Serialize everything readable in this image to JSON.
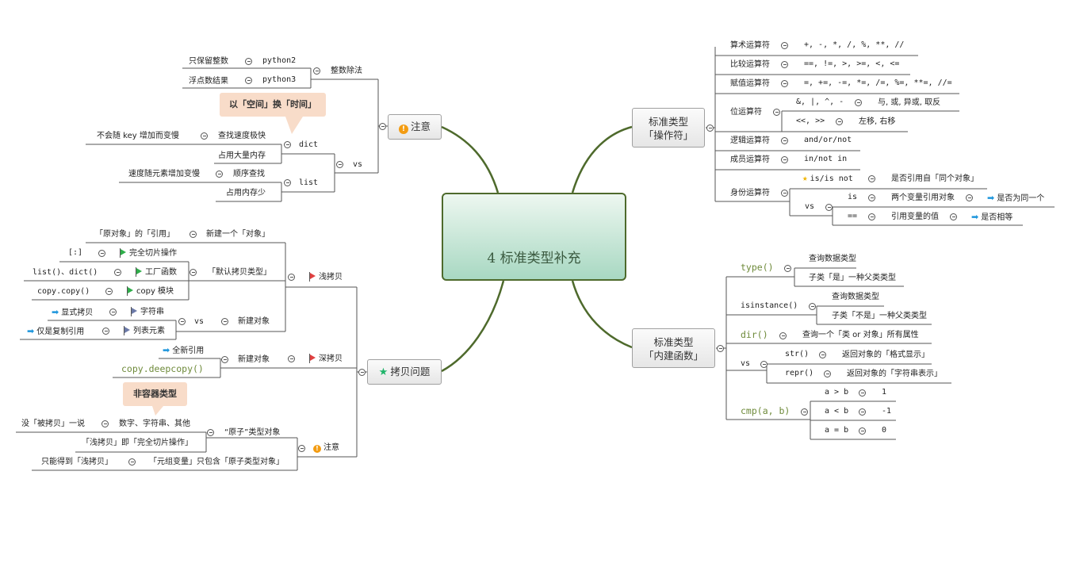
{
  "central": {
    "title": "4 标准类型补充"
  },
  "branches": {
    "operators": {
      "line1": "标准类型",
      "line2": "「操作符」"
    },
    "builtins": {
      "line1": "标准类型",
      "line2": "「内建函数」"
    },
    "notice": {
      "label": "注意"
    },
    "copy": {
      "label": "拷贝问题"
    }
  },
  "operators": {
    "arith": {
      "name": "算术运算符",
      "value": "+, -, *, /, %, **, //"
    },
    "compare": {
      "name": "比较运算符",
      "value": "==, !=, >, >=, <, <="
    },
    "assign": {
      "name": "赋值运算符",
      "value": "=, +=, -=, *=, /=, %=, **=, //="
    },
    "bit": {
      "name": "位运算符",
      "op1": "&, |, ^, -",
      "desc1": "与, 或, 异或, 取反",
      "op2": "<<, >>",
      "desc2": "左移, 右移"
    },
    "logic": {
      "name": "逻辑运算符",
      "value": "and/or/not"
    },
    "member": {
      "name": "成员运算符",
      "value": "in/not in"
    },
    "identity": {
      "name": "身份运算符",
      "isnot": "is/is not",
      "isnot_desc": "是否引用自「同个对象」",
      "vs": "vs",
      "is": "is",
      "is_desc": "两个变量引用对象",
      "is_result": "是否为同一个",
      "eq": "==",
      "eq_desc": "引用变量的值",
      "eq_result": "是否相等"
    }
  },
  "builtins": {
    "type": {
      "name": "type()",
      "d1": "查询数据类型",
      "d2": "子类「是」一种父类类型"
    },
    "isinstance": {
      "name": "isinstance()",
      "d1": "查询数据类型",
      "d2": "子类「不是」一种父类类型"
    },
    "dir": {
      "name": "dir()",
      "d1": "查询一个「类 or 对象」所有属性"
    },
    "vs": {
      "name": "vs",
      "str": "str()",
      "str_desc": "返回对象的「格式显示」",
      "repr": "repr()",
      "repr_desc": "返回对象的「字符串表示」"
    },
    "cmp": {
      "name": "cmp(a, b)",
      "r1": "a > b",
      "v1": "1",
      "r2": "a < b",
      "v2": "-1",
      "r3": "a = b",
      "v3": "0"
    }
  },
  "notice": {
    "division": {
      "name": "整数除法",
      "a": "只保留整数",
      "a_ver": "python2",
      "b": "浮点数结果",
      "b_ver": "python3"
    },
    "callout": "以「空间」换「时间」",
    "vs": "vs",
    "dict": {
      "name": "dict",
      "fast": "查找速度极快",
      "fast_desc": "不会随 key 增加而变慢",
      "mem": "占用大量内存"
    },
    "list": {
      "name": "list",
      "seq": "顺序查找",
      "seq_desc": "速度随元素增加变慢",
      "mem": "占用内存少"
    }
  },
  "copy": {
    "shallow": {
      "name": "浅拷贝",
      "new_obj": "新建一个「对象」",
      "ref": "「原对象」的「引用」",
      "default": "「默认拷贝类型」",
      "slice_op": "完全切片操作",
      "slice": "[:]",
      "factory": "工厂函数",
      "factory_eg": "list()、dict()",
      "module": "copy 模块",
      "module_eg": "copy.copy()",
      "vs": "vs",
      "new_obj2": "新建对象",
      "str_flag": "字符串",
      "str_desc": "显式拷贝",
      "list_flag": "列表元素",
      "list_desc": "仅是复制引用"
    },
    "deep": {
      "name": "深拷贝",
      "new_obj": "新建对象",
      "new_ref": "全新引用",
      "fn": "copy.deepcopy()"
    },
    "notice": {
      "name": "注意",
      "callout": "非容器类型",
      "atomic": "“原子”类型对象",
      "atomic_eg": "数字、字符串、其他",
      "atomic_desc": "没「被拷贝」一说",
      "full_slice": "「浅拷贝」即「完全切片操作」",
      "tuple": "「元组变量」只包含「原子类型对象」",
      "tuple_desc": "只能得到「浅拷贝」"
    }
  },
  "colors": {
    "branch": "#4e6a2c",
    "line": "#5a5a5a",
    "callout": "#f8dcc9",
    "code": "#6e8a3a"
  }
}
